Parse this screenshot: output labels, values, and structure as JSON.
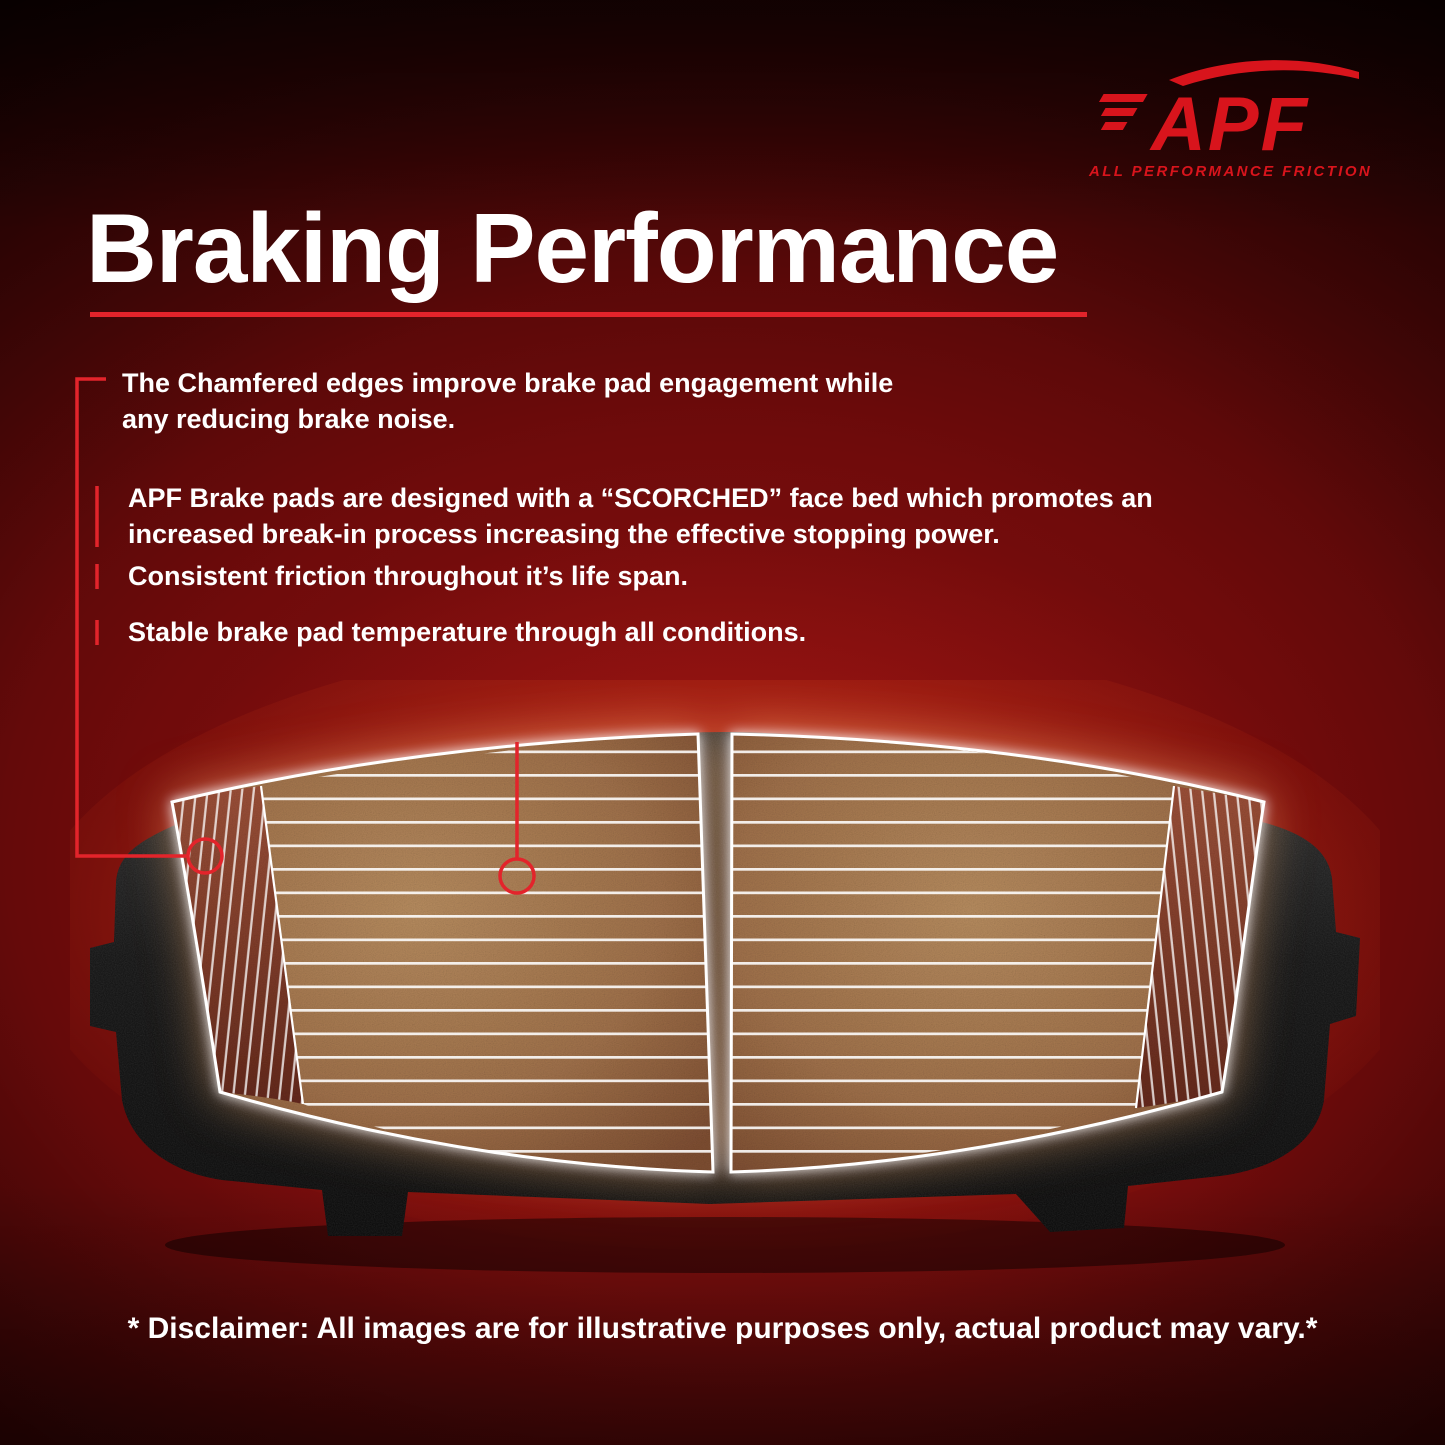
{
  "colors": {
    "accent": "#e3242b",
    "logo-red": "#d8141c",
    "pad-face": "#a0714a",
    "glow": "#ffb877",
    "text": "#ffffff"
  },
  "logo": {
    "brand": "APF",
    "tagline": "ALL PERFORMANCE FRICTION"
  },
  "icons": {
    "speed_lines": "three skewed red bars",
    "swoosh": "red tapered curve over logo"
  },
  "header": {
    "title": "Braking Performance"
  },
  "bullets": [
    {
      "text": "The Chamfered edges improve brake pad engagement while any reducing brake noise."
    },
    {
      "text": "APF Brake pads are designed with a “SCORCHED” face bed which promotes an increased break-in process increasing the effective stopping power."
    },
    {
      "text": "Consistent friction throughout it’s life span."
    },
    {
      "text": "Stable brake pad temperature through all conditions."
    }
  ],
  "footer": {
    "disclaimer": "* Disclaimer: All images are for illustrative purposes only, actual product may vary.*"
  }
}
